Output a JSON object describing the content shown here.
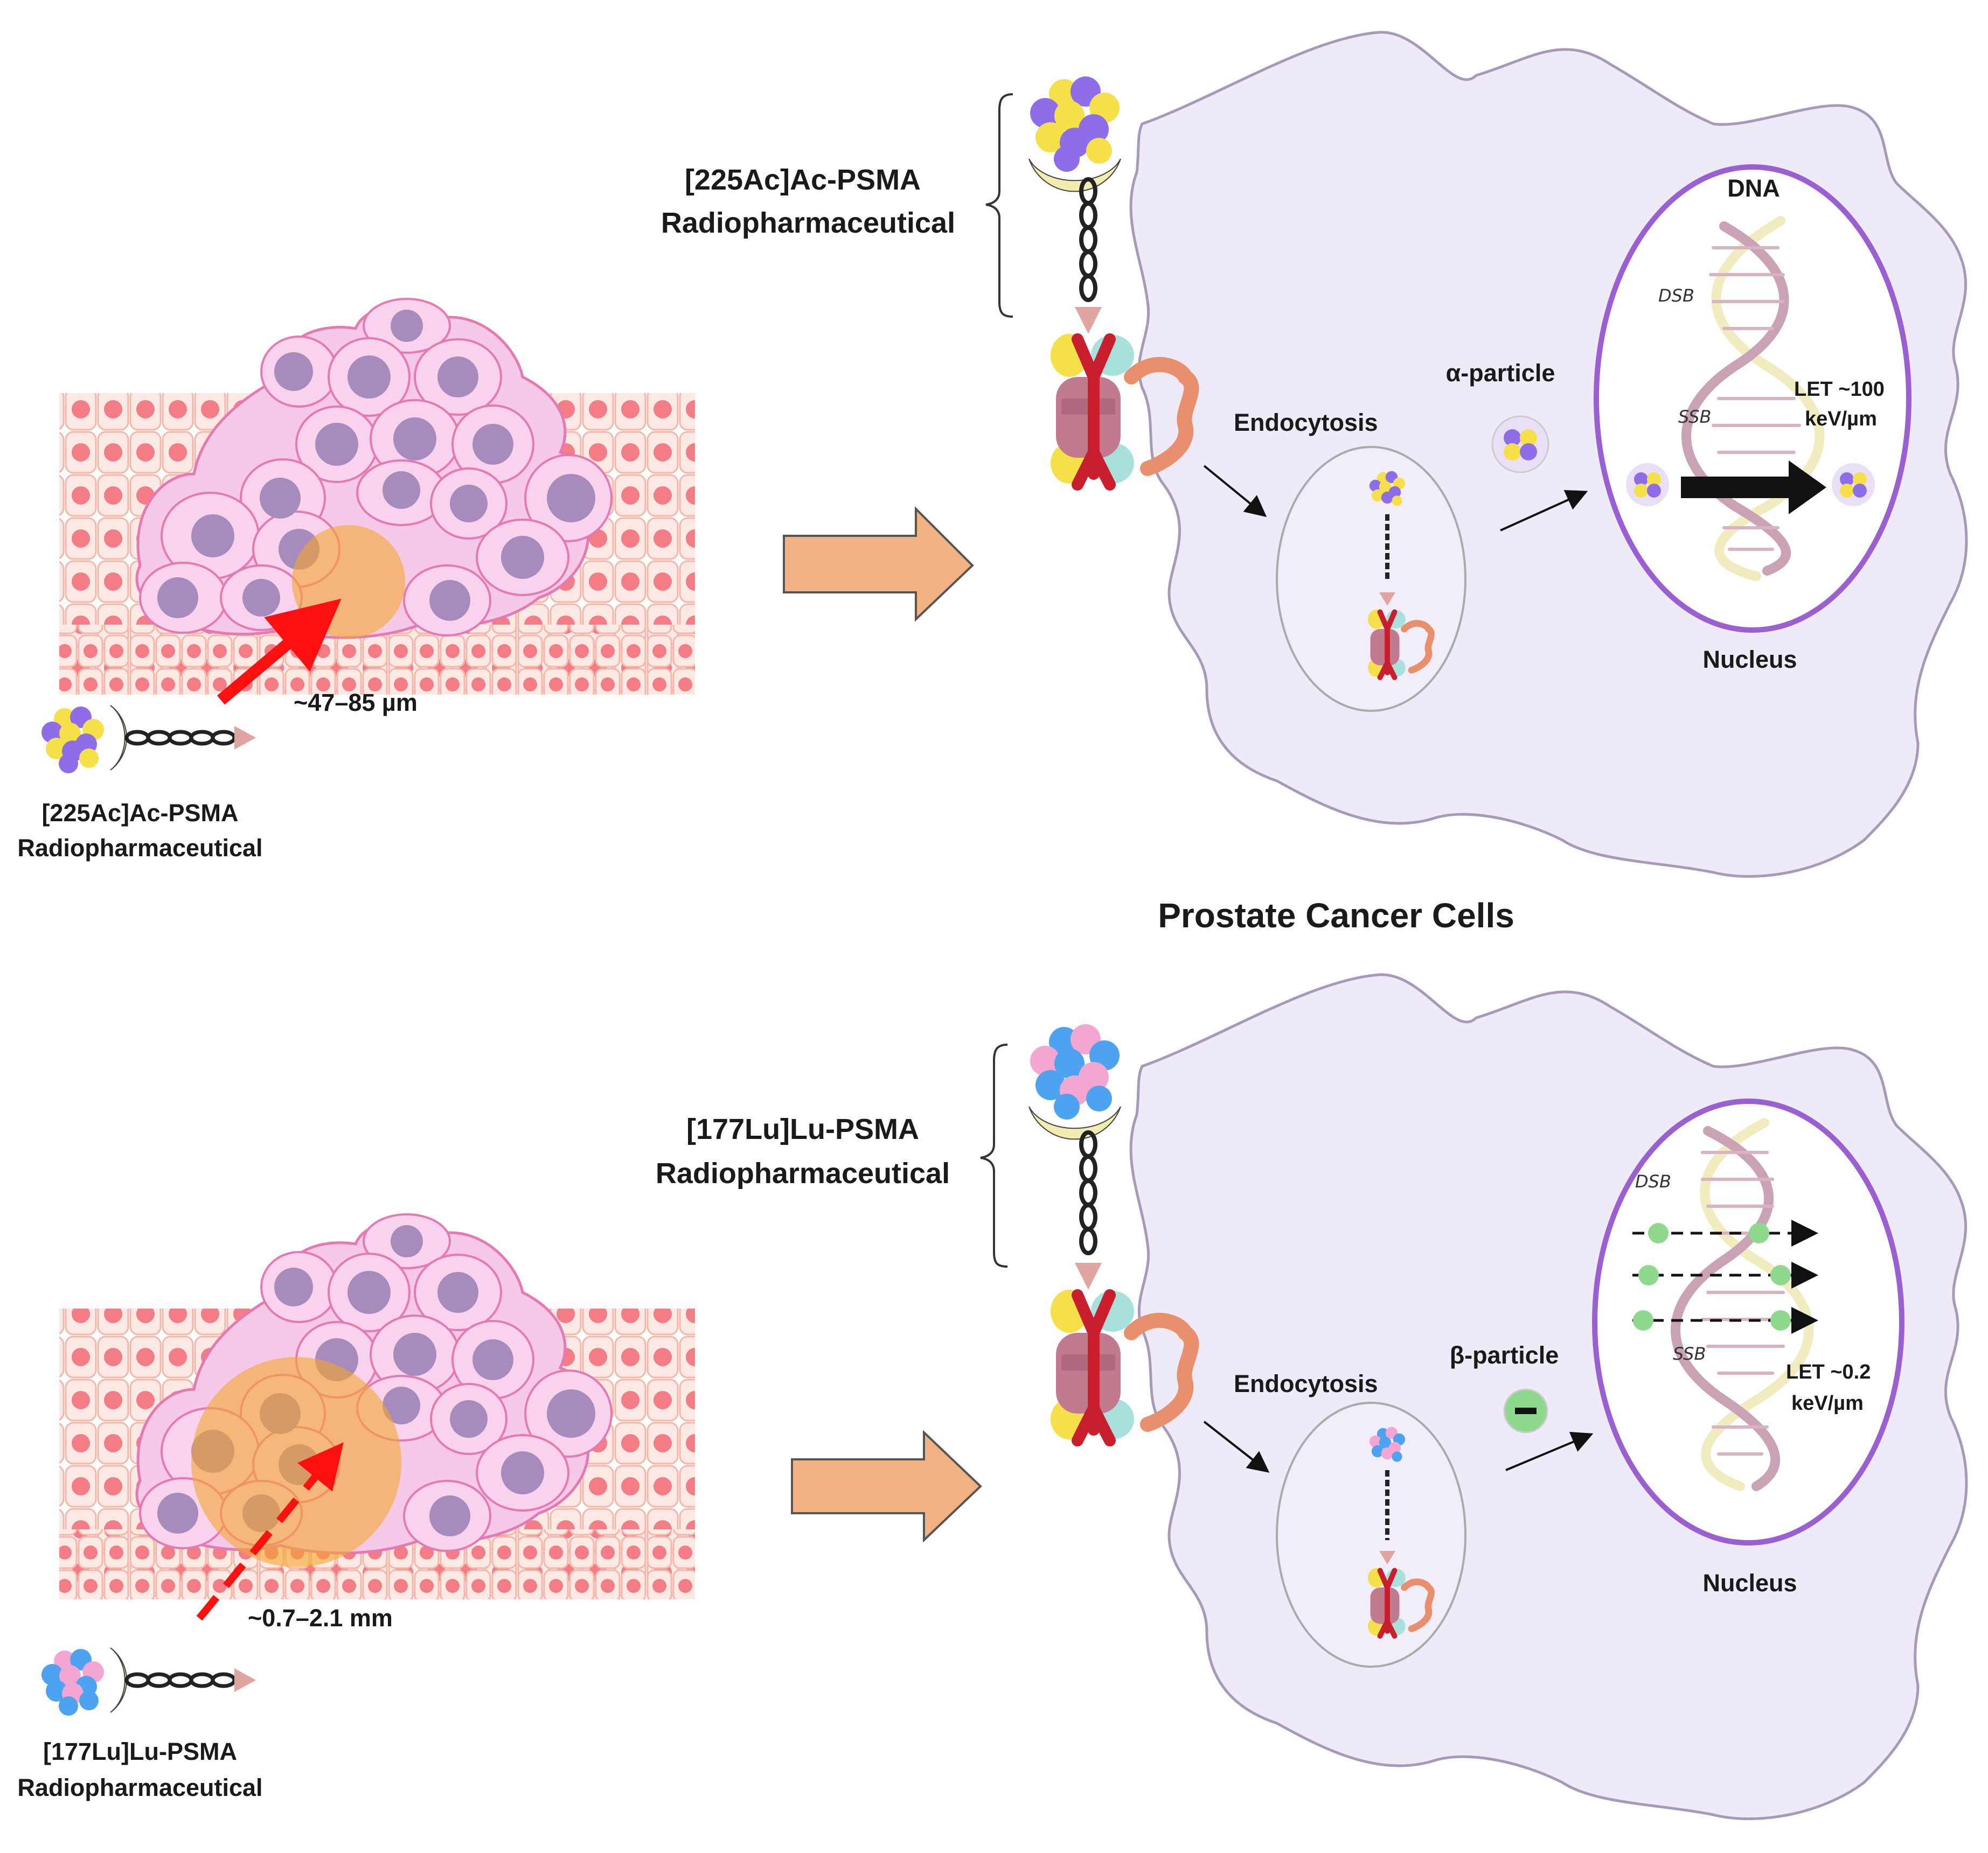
{
  "title": "Prostate Cancer Cells",
  "top_panel": {
    "radiopharm_label_line1": "[225Ac]Ac-PSMA",
    "radiopharm_label_line2": "Radiopharmaceutical",
    "tissue_label_line1": "[225Ac]Ac-PSMA",
    "tissue_label_line2": "Radiopharmaceutical",
    "range": "~47–85 µm",
    "endocytosis": "Endocytosis",
    "particle": "α-particle",
    "dna": "DNA",
    "dsb": "DSB",
    "ssb": "SSB",
    "let_line1": "LET ~100",
    "let_line2": "keV/µm",
    "nucleus": "Nucleus",
    "isotope_colors": [
      "#f5e04a",
      "#8e6ee8"
    ]
  },
  "bottom_panel": {
    "radiopharm_label_line1": "[177Lu]Lu-PSMA",
    "radiopharm_label_line2": "Radiopharmaceutical",
    "tissue_label_line1": "[177Lu]Lu-PSMA",
    "tissue_label_line2": "Radiopharmaceutical",
    "range": "~0.7–2.1 mm",
    "endocytosis": "Endocytosis",
    "particle": "β-particle",
    "dsb": "DSB",
    "ssb": "SSB",
    "let_line1": "LET ~0.2",
    "let_line2": "keV/µm",
    "nucleus": "Nucleus",
    "isotope_colors": [
      "#4da3ef",
      "#f4a6d2"
    ]
  },
  "colors": {
    "cell_fill": "#efeaf7",
    "cell_outline": "#a79ab8",
    "nucleus_outline": "#9a5fd0",
    "block_arrow": "#f2b182",
    "range_arrow": "#ff1010",
    "tumor_cell": "#f7c9e8",
    "tumor_nucleus": "#a78bbd",
    "normal_cell_nucleus": "#f37c86"
  }
}
